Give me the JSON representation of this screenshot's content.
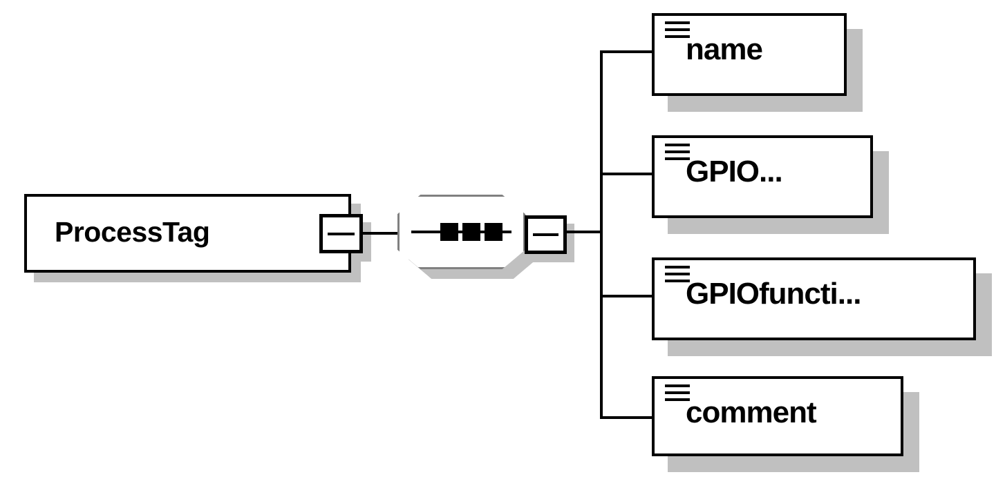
{
  "diagram": {
    "type": "xml-schema-element-diagram",
    "title": "ProcessTag element structure",
    "colors": {
      "stroke": "#000000",
      "shadow": "#c0c0c0",
      "compositor_border": "#808080",
      "background": "#ffffff"
    },
    "root": {
      "label": "ProcessTag",
      "kind": "complex-element",
      "collapse_control": {
        "name": "minus-toggle",
        "state": "expanded",
        "symbol": "−"
      }
    },
    "compositor": {
      "kind": "sequence",
      "symbol": "■■■",
      "dot_count": 3,
      "collapse_control": {
        "name": "minus-toggle",
        "state": "expanded",
        "symbol": "−"
      }
    },
    "children": [
      {
        "label": "name",
        "kind": "simple-element",
        "icon": "simple-type-lines-icon",
        "truncated": false
      },
      {
        "label": "GPIO...",
        "kind": "simple-element",
        "icon": "simple-type-lines-icon",
        "truncated": true
      },
      {
        "label": "GPIOfuncti...",
        "kind": "simple-element",
        "icon": "simple-type-lines-icon",
        "truncated": true
      },
      {
        "label": "comment",
        "kind": "simple-element",
        "icon": "simple-type-lines-icon",
        "truncated": false
      }
    ]
  }
}
